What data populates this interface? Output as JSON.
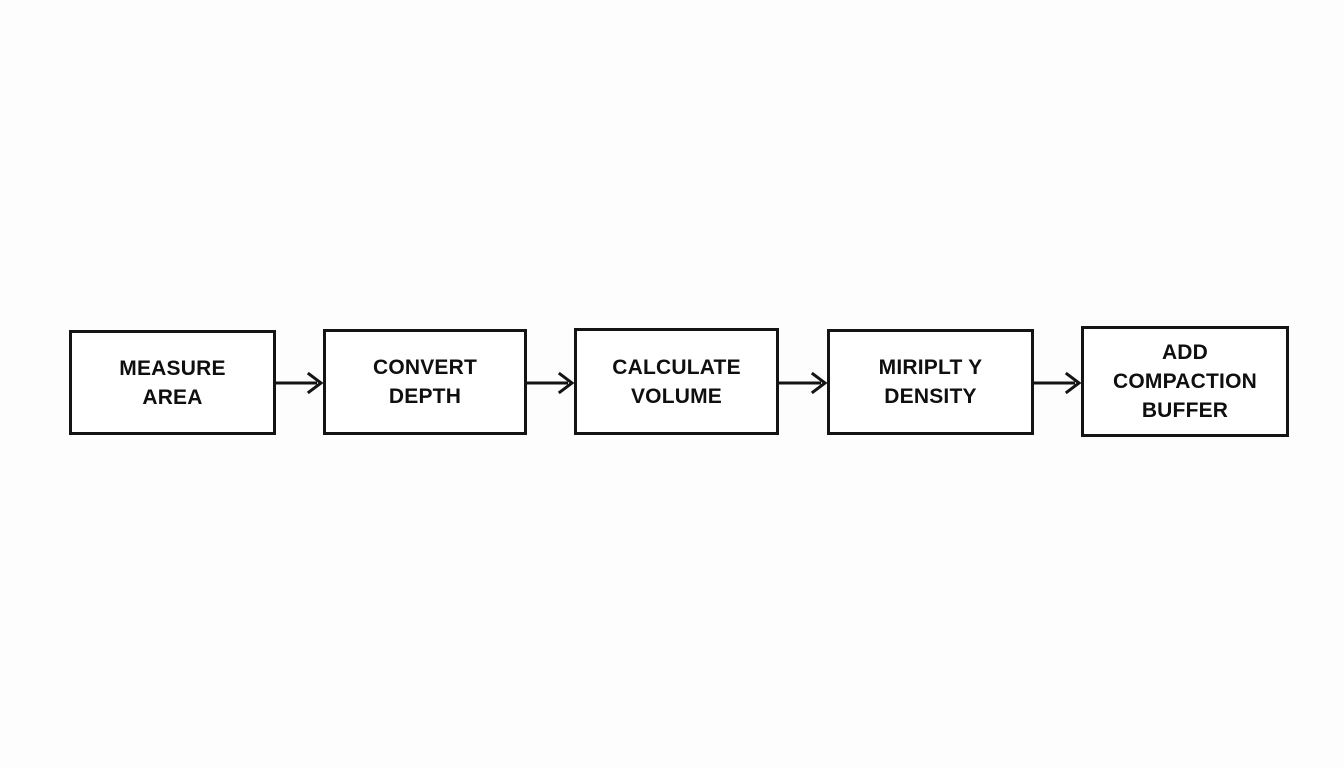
{
  "diagram": {
    "type": "process-flow",
    "orientation": "horizontal-left-to-right",
    "background_color": "#fdfdfd",
    "stroke_color": "#141414",
    "text_color": "#0f0f0f",
    "node_fill_color": "#ffffff",
    "nodes": [
      {
        "id": "node-1",
        "label": "MEASURE\nAREA",
        "lines": [
          "MEASURE",
          "AREA"
        ]
      },
      {
        "id": "node-2",
        "label": "CONVERT\nDEPTH",
        "lines": [
          "CONVERT",
          "DEPTH"
        ]
      },
      {
        "id": "node-3",
        "label": "CALCULATE\nVOLUME",
        "lines": [
          "CALCULATE",
          "VOLUME"
        ]
      },
      {
        "id": "node-4",
        "label": "MIRIPLT Y\nDENSITY",
        "lines": [
          "MIRIPLT Y",
          "DENSITY"
        ]
      },
      {
        "id": "node-5",
        "label": "ADD\nCOMPACTION\nBUFFER",
        "lines": [
          "ADD",
          "COMPACTION",
          "BUFFER"
        ]
      }
    ],
    "connectors": [
      {
        "id": "arrow-1",
        "from": "node-1",
        "to": "node-2",
        "icon": "arrow-right-icon"
      },
      {
        "id": "arrow-2",
        "from": "node-2",
        "to": "node-3",
        "icon": "arrow-right-icon"
      },
      {
        "id": "arrow-3",
        "from": "node-3",
        "to": "node-4",
        "icon": "arrow-right-icon"
      },
      {
        "id": "arrow-4",
        "from": "node-4",
        "to": "node-5",
        "icon": "arrow-right-icon"
      }
    ]
  }
}
